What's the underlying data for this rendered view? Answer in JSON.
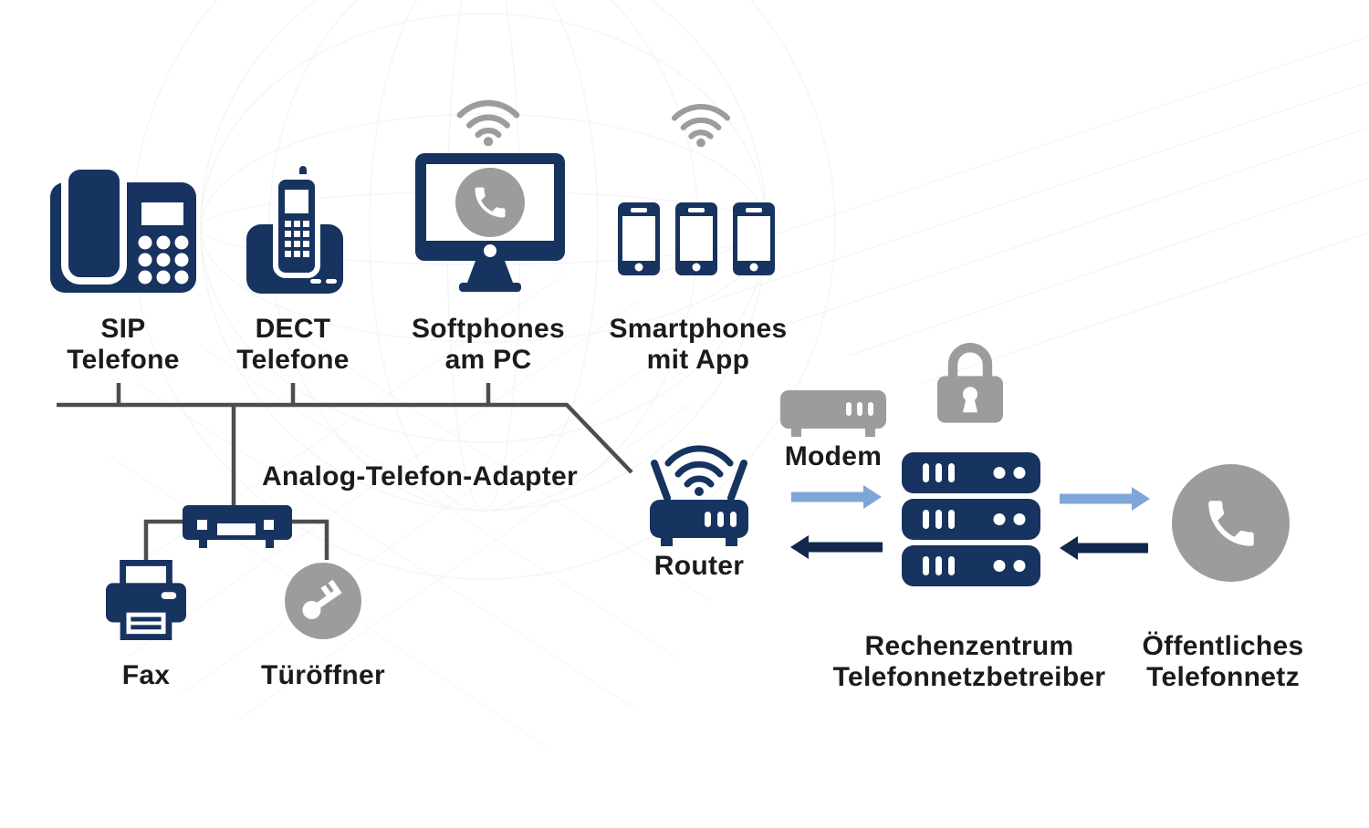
{
  "diagram_title": "",
  "nodes": {
    "sip": {
      "line1": "SIP",
      "line2": "Telefone"
    },
    "dect": {
      "line1": "DECT",
      "line2": "Telefone"
    },
    "softphones": {
      "line1": "Softphones",
      "line2": "am PC"
    },
    "smartphones": {
      "line1": "Smartphones",
      "line2": "mit App"
    },
    "adapter": {
      "label": "Analog-Telefon-Adapter"
    },
    "fax": {
      "label": "Fax"
    },
    "door_opener": {
      "label": "Türöffner"
    },
    "router": {
      "label": "Router"
    },
    "modem": {
      "label": "Modem"
    },
    "datacenter": {
      "line1": "Rechenzentrum",
      "line2": "Telefonnetzbetreiber"
    },
    "pstn": {
      "line1": "Öffentliches",
      "line2": "Telefonnetz"
    }
  },
  "icons": {
    "sip": "desk-phone-icon",
    "dect": "cordless-phone-icon",
    "softphones": "monitor-with-call-icon",
    "softphones_wifi": "wifi-icon",
    "smartphones": "smartphone-icon-x3",
    "smartphones_wifi": "wifi-icon",
    "adapter": "ata-box-icon",
    "fax": "fax-printer-icon",
    "door_opener": "key-in-circle-icon",
    "router": "wifi-router-icon",
    "modem": "modem-icon",
    "security": "padlock-icon",
    "datacenter": "server-stack-icon",
    "pstn": "phone-handset-in-circle-icon"
  },
  "arrows": [
    {
      "from": "router",
      "to": "datacenter",
      "direction": "right",
      "color": "#7ea6d7"
    },
    {
      "from": "datacenter",
      "to": "router",
      "direction": "left",
      "color": "#12294d"
    },
    {
      "from": "datacenter",
      "to": "pstn",
      "direction": "right",
      "color": "#7ea6d7"
    },
    {
      "from": "pstn",
      "to": "datacenter",
      "direction": "left",
      "color": "#12294d"
    }
  ],
  "colors": {
    "navy": "#17335f",
    "navy_dark": "#12294d",
    "light_blue": "#7ea6d7",
    "gray_icon": "#9c9c9b",
    "line_gray": "#4d4d4d",
    "text": "#1b1b1b",
    "bg": "#ffffff"
  }
}
